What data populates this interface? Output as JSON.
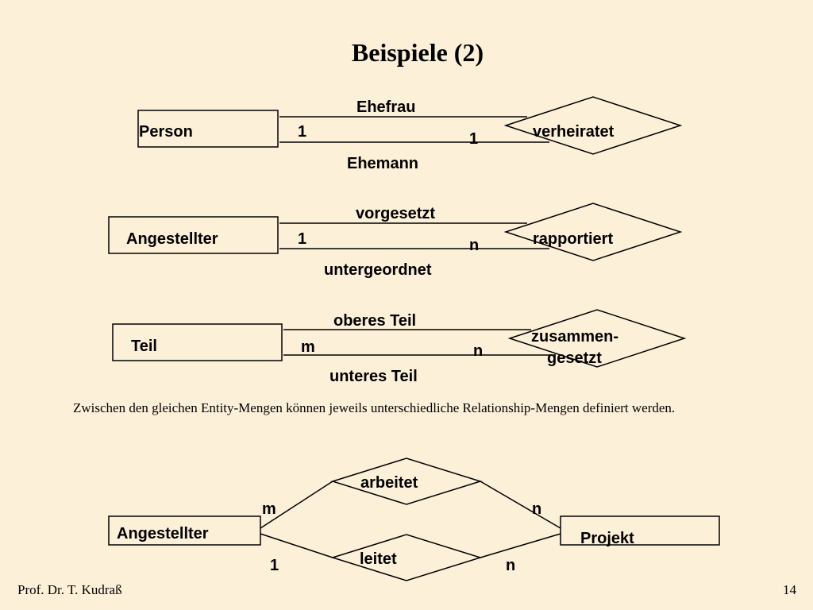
{
  "title": "Beispiele (2)",
  "example1": {
    "entity": "Person",
    "relationship": "verheiratet",
    "role_top": "Ehefrau",
    "role_bottom": "Ehemann",
    "card_left": "1",
    "card_right": "1"
  },
  "example2": {
    "entity": "Angestellter",
    "relationship": "rapportiert",
    "role_top": "vorgesetzt",
    "role_bottom": "untergeordnet",
    "card_left": "1",
    "card_right": "n"
  },
  "example3": {
    "entity": "Teil",
    "relationship_line1": "zusammen-",
    "relationship_line2": "gesetzt",
    "role_top": "oberes Teil",
    "role_bottom": "unteres Teil",
    "card_left": "m",
    "card_right": "n"
  },
  "caption": "Zwischen den gleichen Entity-Mengen können jeweils unterschiedliche Relationship-Mengen definiert werden.",
  "example4": {
    "entity_left": "Angestellter",
    "entity_right": "Projekt",
    "relationship_top": "arbeitet",
    "relationship_bottom": "leitet",
    "card_top_left": "m",
    "card_top_right": "n",
    "card_bottom_left": "1",
    "card_bottom_right": "n"
  },
  "footer": {
    "author": "Prof. Dr. T. Kudraß",
    "page_number": "14"
  }
}
